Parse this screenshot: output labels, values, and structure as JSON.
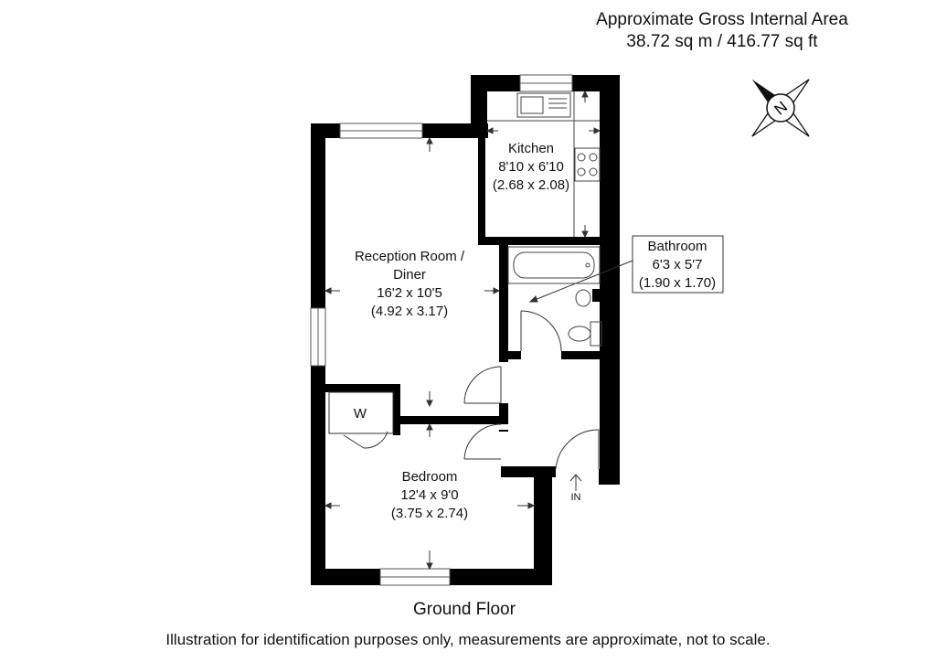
{
  "header": {
    "area_title": "Approximate Gross Internal Area",
    "area_value": "38.72 sq m / 416.77 sq ft"
  },
  "compass": {
    "label": "N",
    "icon": "north-compass-icon"
  },
  "rooms": {
    "kitchen": {
      "name": "Kitchen",
      "imperial": "8'10 x 6'10",
      "metric": "(2.68 x 2.08)"
    },
    "reception": {
      "name_line1": "Reception Room /",
      "name_line2": "Diner",
      "imperial": "16'2 x 10'5",
      "metric": "(4.92 x 3.17)"
    },
    "bathroom": {
      "name": "Bathroom",
      "imperial": "6'3 x 5'7",
      "metric": "(1.90 x 1.70)"
    },
    "bedroom": {
      "name": "Bedroom",
      "imperial": "12'4 x 9'0",
      "metric": "(3.75 x 2.74)"
    },
    "wardrobe": {
      "label": "W"
    },
    "entrance": {
      "label": "IN"
    }
  },
  "footer": {
    "floor_label": "Ground Floor",
    "disclaimer": "Illustration for identification purposes only, measurements are approximate, not to scale."
  },
  "colors": {
    "wall": "#000000",
    "background": "#ffffff",
    "line": "#222222"
  }
}
